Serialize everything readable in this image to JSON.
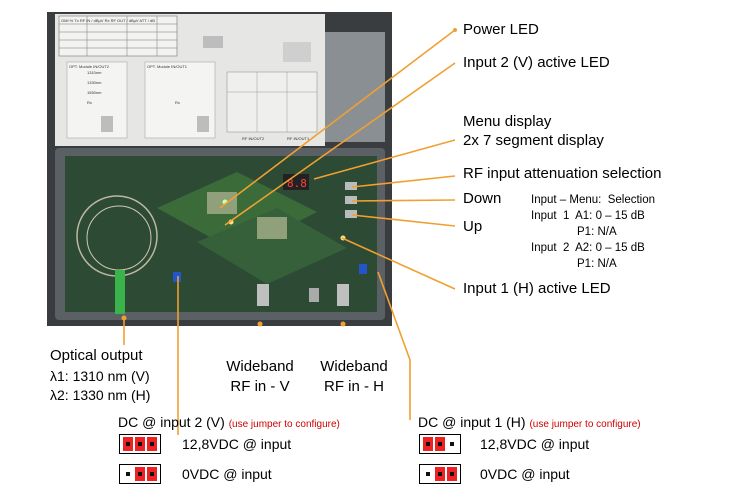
{
  "colors": {
    "callout_line": "#f0a030",
    "jumper_active": "#ee2222",
    "note_text": "#d00000"
  },
  "callouts": {
    "power_led": "Power LED",
    "input2_led": "Input 2 (V) active LED",
    "menu_display_1": "Menu display",
    "menu_display_2": "2x 7 segment display",
    "rf_att": "RF input attenuation selection",
    "down": "Down",
    "up": "Up",
    "input1_led": "Input 1 (H) active LED"
  },
  "menu_table": {
    "header": "Input – Menu:  Selection",
    "row1": "Input  1  A1: 0 – 15 dB",
    "row2": "P1: N/A",
    "row3": "Input  2  A2: 0 – 15 dB",
    "row4": "P1: N/A"
  },
  "bottom": {
    "optical_title": "Optical output",
    "optical_l1": "λ1: 1310 nm (V)",
    "optical_l2": "λ2: 1330 nm (H)",
    "wb_v_1": "Wideband",
    "wb_v_2": "RF in - V",
    "wb_h_1": "Wideband",
    "wb_h_2": "RF in - H"
  },
  "dc": {
    "in2_title": "DC @ input 2 (V)",
    "in1_title": "DC @ input 1 (H)",
    "note": "(use jumper to configure)",
    "opt_12v": "12,8VDC @ input",
    "opt_0v": "0VDC @ input"
  },
  "photo_panel": {
    "table_header": "OMI %   Tx RF IN / dBµV   Rx RF OUT / dBµV   ATT / dB",
    "module_label_left": "OPT. Module IN/OUT2",
    "module_label_right": "OPT. Module IN/OUT1",
    "rx_left": "Rx",
    "rx_right": "Rx",
    "nm_1310": "1310nm",
    "nm_1330": "1330nm",
    "nm_1550": "1550nm",
    "rf_out_left": "RF IN/OUT2",
    "rf_out_right": "RF IN/OUT1",
    "display_digits": "8.8"
  }
}
